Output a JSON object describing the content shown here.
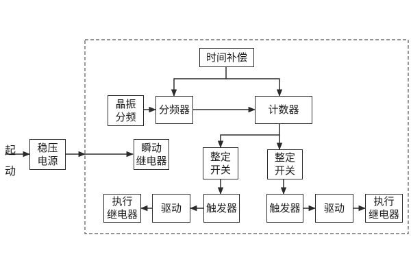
{
  "start_text": {
    "part1": "起",
    "part2": "动"
  },
  "blocks": {
    "regulator": "稳压\n电源",
    "instant_relay": "瞬动\n继电器",
    "time_compensation": "时间补偿",
    "crystal_divider": "晶振\n分频",
    "frequency_divider": "分频器",
    "counter": "计数器",
    "setting_switch_left": "整定\n开关",
    "setting_switch_right": "整定\n开关",
    "trigger_left": "触发器",
    "drive_left": "驱动",
    "exec_relay_left": "执行\n继电器",
    "trigger_right": "触发器",
    "drive_right": "驱动",
    "exec_relay_right": "执行\n继电器"
  },
  "colors": {
    "line": "#2b2b2b",
    "dashed_border": "#555555",
    "text": "#1a1a1a",
    "background": "#ffffff"
  }
}
